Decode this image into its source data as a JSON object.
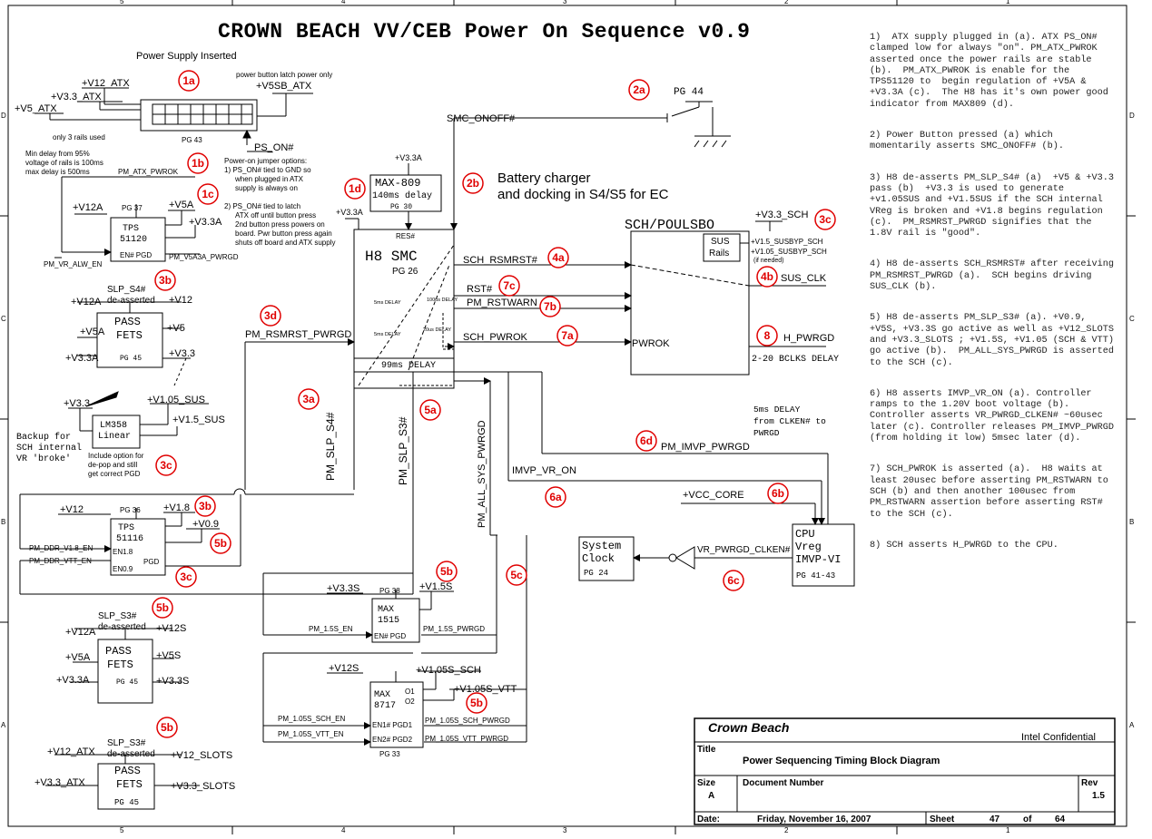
{
  "title": "CROWN BEACH VV/CEB Power On Sequence v0.9",
  "grid": {
    "columns": [
      "5",
      "4",
      "3",
      "2",
      "1"
    ],
    "rows": [
      "D",
      "C",
      "B",
      "A"
    ]
  },
  "notes": [
    "1)  ATX supply plugged in (a). ATX PS_ON# clamped low for always \"on\". PM_ATX_PWROK  asserted once the power rails are stable (b).  PM_ATX_PWROK is enable for the TPS51120 to  begin regulation of +V5A & +V3.3A (c).  The H8 has it's own power good indicator from MAX809 (d).",
    "2) Power Button pressed (a) which momentarily asserts SMC_ONOFF# (b).",
    "3) H8 de-asserts PM_SLP_S4# (a)  +V5 & +V3.3 pass (b)  +V3.3 is used to generate +v1.05SUS and +V1.5SUS if the SCH internal VReg is broken and +V1.8 begins regulation (c).  PM_RSMRST_PWRGD signifies that the 1.8V rail is \"good\".",
    "4) H8 de-asserts SCH_RSMRST# after receiving PM_RSMRST_PWRGD (a).  SCH begins driving SUS_CLK (b).",
    "5) H8 de-asserts PM_SLP_S3# (a). +V0.9, +V5S, +V3.3S go active as well as +V12_SLOTS and +V3.3_SLOTS ; +V1.5S, +V1.05 (SCH & VTT) go active (b).  PM_ALL_SYS_PWRGD is asserted to the SCH (c).",
    "6) H8 asserts IMVP_VR_ON (a). Controller ramps to the 1.20V boot voltage (b).  Controller asserts VR_PWRGD_CLKEN# ~60usec later (c). Controller releases PM_IMVP_PWRGD (from holding it low) 5msec later (d).",
    "7) SCH_PWROK is asserted (a).  H8 waits at least 20usec before asserting PM_RSTWARN to SCH (b) and then another 100usec from PM_RSTWARN assertion before asserting RST# to the SCH (c).",
    "8) SCH asserts H_PWRGD to the CPU."
  ],
  "labels": {
    "psu_inserted": "Power Supply Inserted",
    "v12_atx": "+V12_ATX",
    "v33_atx": "+V3.3_ATX",
    "v5_atx": "+V5_ATX",
    "rails_used": "only 3 rails used",
    "pg43": "PG 43",
    "latch_power": "power button latch power only",
    "v5sb_atx": "+V5SB_ATX",
    "ps_on": "PS_ON#",
    "jumper_title": "Power-on jumper options:",
    "jumper_1a": "1)  PS_ON# tied to GND so",
    "jumper_1b": "when plugged in ATX",
    "jumper_1c": "supply is always on",
    "jumper_2a": "2)  PS_ON# tied to latch",
    "jumper_2b": "ATX off until button press",
    "jumper_2c": "2nd button press powers on",
    "jumper_2d": "board.  Pwr button press again",
    "jumper_2e": "shuts off board and ATX supply",
    "min_delay_1": "Min delay from 95%",
    "min_delay_2": "voltage of rails is 100ms",
    "min_delay_3": "max delay is 500ms",
    "pm_atx_pwrok": "PM_ATX_PWROK",
    "v12a": "+V12A",
    "pg37": "PG 37",
    "v5a": "+V5A",
    "v33a": "+V3.3A",
    "tps51120_a": "TPS",
    "tps51120_b": "51120",
    "en_pgd": "EN#  PGD",
    "pm_vr_alw_en": "PM_VR_ALW_EN",
    "pm_v5a3a_pwrgd": "PM_V5A3A_PWRGD",
    "max809_vcc": "+V3.3A",
    "max809": "MAX-809",
    "max809_delay": "140ms delay",
    "pg30": "PG 30",
    "h8_v33a": "+V3.3A",
    "res": "RES#",
    "h8_smc": "H8  SMC",
    "pg26": "PG 26",
    "ms5_delay": "5ms DELAY",
    "ms5_delay_b": "5ms DELAY",
    "us100": "100us DELAY",
    "us20": "20us DELAY",
    "ms99": "99ms DELAY",
    "smc_onoff": "SMC_ONOFF#",
    "pg44": "PG 44",
    "battery_1": "Battery charger",
    "battery_2": "and docking in S4/S5 for EC",
    "sch_poulsbo": "SCH/POULSBO",
    "v33_sch": "+V3.3_SCH",
    "sus_rails_1": "SUS",
    "sus_rails_2": "Rails",
    "v15_susbyp": "+V1.5_SUSBYP_SCH",
    "v105_susbyp": "+V1.05_SUSBYP_SCH",
    "if_needed": "(if needed)",
    "sus_clk": "SUS_CLK",
    "sch_rsmrst": "SCH_RSMRST#",
    "rst": "RST#",
    "pm_rstwarn": "PM_RSTWARN",
    "sch_pwrok": "SCH_PWROK",
    "pwrok": "PWROK",
    "h_pwrgd": "H_PWRGD",
    "bclks": "2-20 BCLKS DELAY",
    "pm_rsmrst_pwrgd": "PM_RSMRST_PWRGD",
    "slp_s4_deasserted_1": "SLP_S4#",
    "slp_s4_deasserted_2": "de-asserted",
    "pass_v12a": "+V12A",
    "pass_v12": "+V12",
    "pass_v5a": "+V5A",
    "pass_v5": "+V5",
    "pass_v33a": "+V3.3A",
    "pass_v33": "+V3.3",
    "pass_fets_1": "PASS",
    "pass_fets_2": "FETS",
    "pg45": "PG 45",
    "lm_v33": "+V3.3",
    "lm_v105": "+V1.05_SUS",
    "lm_v15": "+V1.5_SUS",
    "lm358_1": "LM358",
    "lm358_2": "Linear",
    "backup_1": "Backup for",
    "backup_2": "SCH internal",
    "backup_3": "VR 'broke'",
    "include_1": "Include option for",
    "include_2": "de-pop and still",
    "include_3": "get correct PGD",
    "pm_slp_s4": "PM_SLP_S4#",
    "pm_slp_s3": "PM_SLP_S3#",
    "pm_all_sys_pwrgd": "PM_ALL_SYS_PWRGD",
    "ddr_v12": "+V12",
    "pg36": "PG 36",
    "ddr_v18": "+V1.8",
    "ddr_v09": "+V0.9",
    "tps51116_a": "TPS",
    "tps51116_b": "51116",
    "en18": "EN1.8",
    "en09": "EN0.9",
    "pgd": "PGD",
    "pm_ddr_v18_en": "PM_DDR_V1.8_EN",
    "pm_ddr_vtt_en": "PM_DDR_VTT_EN",
    "imvp_vr_on": "IMVP_VR_ON",
    "ms5_clken_1": "5ms DELAY",
    "ms5_clken_2": "from CLKEN# to",
    "ms5_clken_3": "PWRGD",
    "pm_imvp_pwrgd": "PM_IMVP_PWRGD",
    "vcc_core": "+VCC_CORE",
    "cpu_1": "CPU",
    "cpu_2": "Vreg",
    "cpu_3": "IMVP-VI",
    "pg41_43": "PG 41-43",
    "system_clock_1": "System",
    "system_clock_2": "Clock",
    "pg24": "PG 24",
    "vr_pwrgd_clken": "VR_PWRGD_CLKEN#",
    "max1515_v33s": "+V3.3S",
    "pg38": "PG 38",
    "max1515_v15s": "+V1.5S",
    "max1515_1": "MAX",
    "max1515_2": "1515",
    "pm_15s_en": "PM_1.5S_EN",
    "pm_15s_pwrgd": "PM_1.5S_PWRGD",
    "max8717_v12s": "+V12S",
    "max8717_v105s_sch": "+V1.05S_SCH",
    "max8717_v105s_vtt": "+V1.05S_VTT",
    "max8717_1": "MAX",
    "max8717_2": "8717",
    "o1": "O1",
    "o2": "O2",
    "en1_pgd1": "EN1# PGD1",
    "en2_pgd2": "EN2# PGD2",
    "pg33": "PG 33",
    "pm_105s_sch_en": "PM_1.05S_SCH_EN",
    "pm_105s_vtt_en": "PM_1.05S_VTT_EN",
    "pm_105s_sch_pwrgd": "PM_1.05S_SCH_PWRGD",
    "pm_105s_vtt_pwrgd": "PM_1.05S_VTT_PWRGD",
    "slp_s3_1": "SLP_S3#",
    "slp_s3_2": "de-asserted",
    "p2_v12a": "+V12A",
    "p2_v12s": "+V12S",
    "p2_v5a": "+V5A",
    "p2_v5s": "+V5S",
    "p2_v33a": "+V3.3A",
    "p2_v33s": "+V3.3S",
    "slp_s3b_1": "SLP_S3#",
    "slp_s3b_2": "de-asserted",
    "p3_v12_atx": "+V12_ATX",
    "p3_v12_slots": "+V12_SLOTS",
    "p3_v33_atx": "+V3.3_ATX",
    "p3_v33_slots": "+V3.3_SLOTS"
  },
  "markers": {
    "m1a": "1a",
    "m1b": "1b",
    "m1c": "1c",
    "m1d": "1d",
    "m2a": "2a",
    "m2b": "2b",
    "m3a": "3a",
    "m3b": "3b",
    "m3b2": "3b",
    "m3c": "3c",
    "m3c2": "3c",
    "m3c3": "3c",
    "m3d": "3d",
    "m4a": "4a",
    "m4b": "4b",
    "m5a": "5a",
    "m5b": "5b",
    "m5b2": "5b",
    "m5b3": "5b",
    "m5b4": "5b",
    "m5b5": "5b",
    "m5c": "5c",
    "m6a": "6a",
    "m6b": "6b",
    "m6c": "6c",
    "m6d": "6d",
    "m7a": "7a",
    "m7b": "7b",
    "m7c": "7c",
    "m8": "8"
  },
  "title_block": {
    "company": "Crown Beach",
    "confidential": "Intel Confidential",
    "title_label": "Title",
    "title": "Power Sequencing Timing Block Diagram",
    "size_label": "Size",
    "size": "A",
    "doc_label": "Document Number",
    "rev_label": "Rev",
    "rev": "1.5",
    "date_label": "Date:",
    "date": "Friday, November 16, 2007",
    "sheet_label": "Sheet",
    "sheet": "47",
    "of_label": "of",
    "total": "64"
  },
  "colors": {
    "marker": "#e00000",
    "line": "#000000"
  }
}
